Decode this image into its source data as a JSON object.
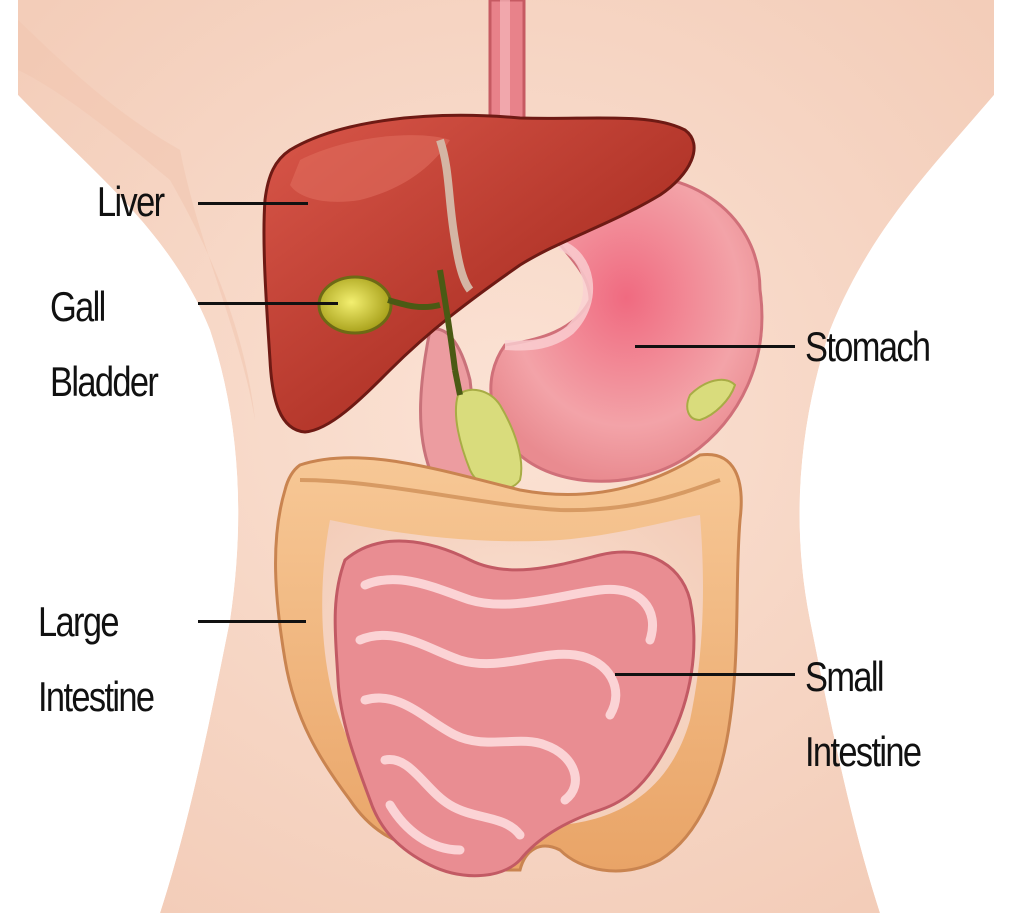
{
  "labels": {
    "liver": "Liver",
    "gall_line1": "Gall",
    "gall_line2": "Bladder",
    "stomach": "Stomach",
    "large_line1": "Large",
    "large_line2": "Intestine",
    "small_line1": "Small",
    "small_line2": "Intestine"
  },
  "colors": {
    "skin": "#f6d6c6",
    "liver": "#b5362c",
    "gallbladder": "#d6d23a",
    "stomach": "#ef9ea4",
    "large_intestine": "#f2b77a",
    "small_intestine": "#e98d92",
    "label_text": "#111111"
  }
}
